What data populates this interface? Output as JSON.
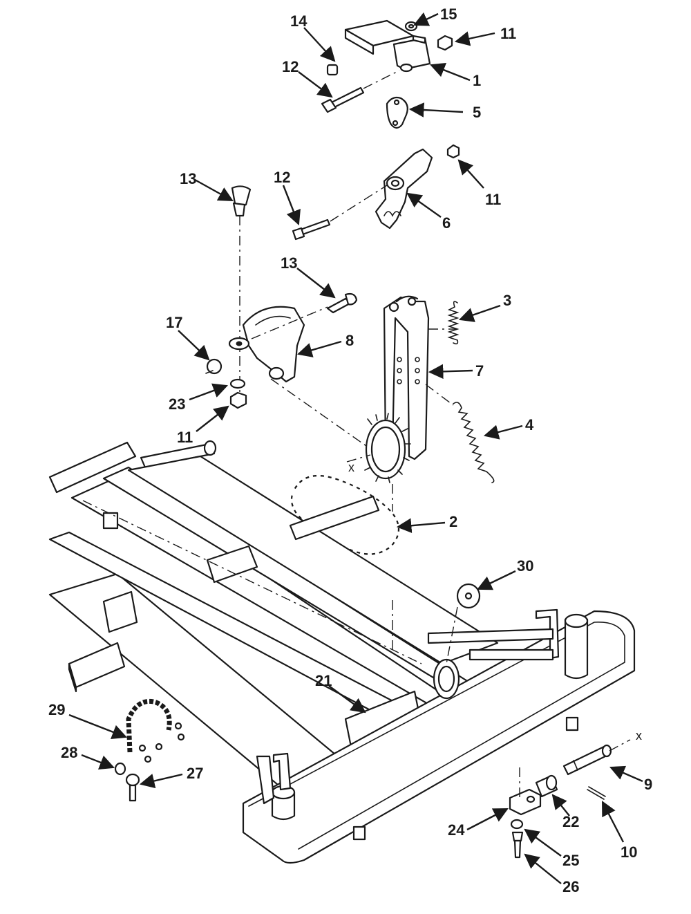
{
  "callouts": [
    {
      "id": "c15a",
      "text": "15"
    },
    {
      "id": "c14",
      "text": "14"
    },
    {
      "id": "c11a",
      "text": "11"
    },
    {
      "id": "c12a",
      "text": "12"
    },
    {
      "id": "c1",
      "text": "1"
    },
    {
      "id": "c5",
      "text": "5"
    },
    {
      "id": "c13a",
      "text": "13"
    },
    {
      "id": "c12b",
      "text": "12"
    },
    {
      "id": "c11b",
      "text": "11"
    },
    {
      "id": "c6",
      "text": "6"
    },
    {
      "id": "c13b",
      "text": "13"
    },
    {
      "id": "c3",
      "text": "3"
    },
    {
      "id": "c17",
      "text": "17"
    },
    {
      "id": "c8",
      "text": "8"
    },
    {
      "id": "c7",
      "text": "7"
    },
    {
      "id": "c23",
      "text": "23"
    },
    {
      "id": "c11c",
      "text": "11"
    },
    {
      "id": "c4",
      "text": "4"
    },
    {
      "id": "c2",
      "text": "2"
    },
    {
      "id": "c30",
      "text": "30"
    },
    {
      "id": "c21",
      "text": "21"
    },
    {
      "id": "c29",
      "text": "29"
    },
    {
      "id": "c28",
      "text": "28"
    },
    {
      "id": "c27",
      "text": "27"
    },
    {
      "id": "c9",
      "text": "9"
    },
    {
      "id": "c22",
      "text": "22"
    },
    {
      "id": "c24",
      "text": "24"
    },
    {
      "id": "c25",
      "text": "25"
    },
    {
      "id": "c10",
      "text": "10"
    },
    {
      "id": "c26",
      "text": "26"
    }
  ],
  "axis_marks": [
    {
      "id": "x1",
      "text": "x"
    },
    {
      "id": "x2",
      "text": "x"
    }
  ]
}
